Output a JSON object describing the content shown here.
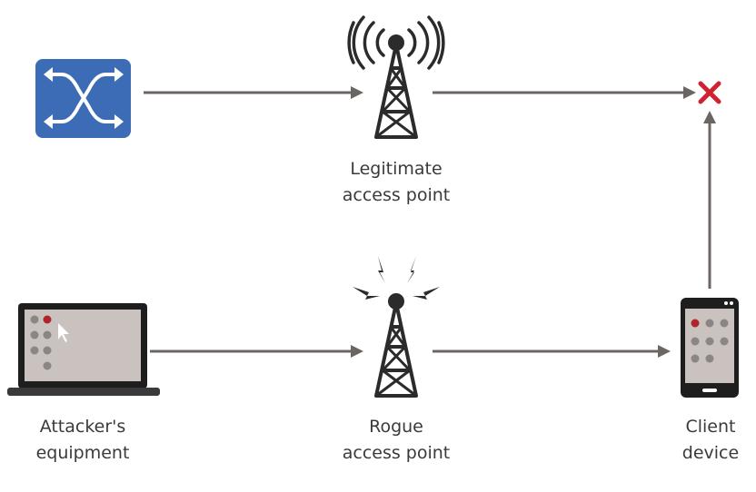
{
  "nodes": {
    "switch": {
      "icon": "network-switch-icon"
    },
    "legitimate_ap": {
      "icon": "radio-tower-icon",
      "label_line1": "Legitimate",
      "label_line2": "access point"
    },
    "rogue_ap": {
      "icon": "rogue-radio-tower-icon",
      "label_line1": "Rogue",
      "label_line2": "access point"
    },
    "attacker": {
      "icon": "laptop-icon",
      "label_line1": "Attacker's",
      "label_line2": "equipment"
    },
    "client": {
      "icon": "smartphone-icon",
      "label_line1": "Client",
      "label_line2": "device"
    },
    "blocked": {
      "icon": "red-x-icon"
    }
  },
  "colors": {
    "arrow": "#6b6663",
    "tower": "#2b2b2b",
    "switch_blue": "#3b6cb5",
    "blocked_red": "#d0222f",
    "screen_gray": "#c9c2bf",
    "dot_gray": "#8a8684",
    "dot_red": "#b0242c",
    "text": "#3a3a3a"
  }
}
